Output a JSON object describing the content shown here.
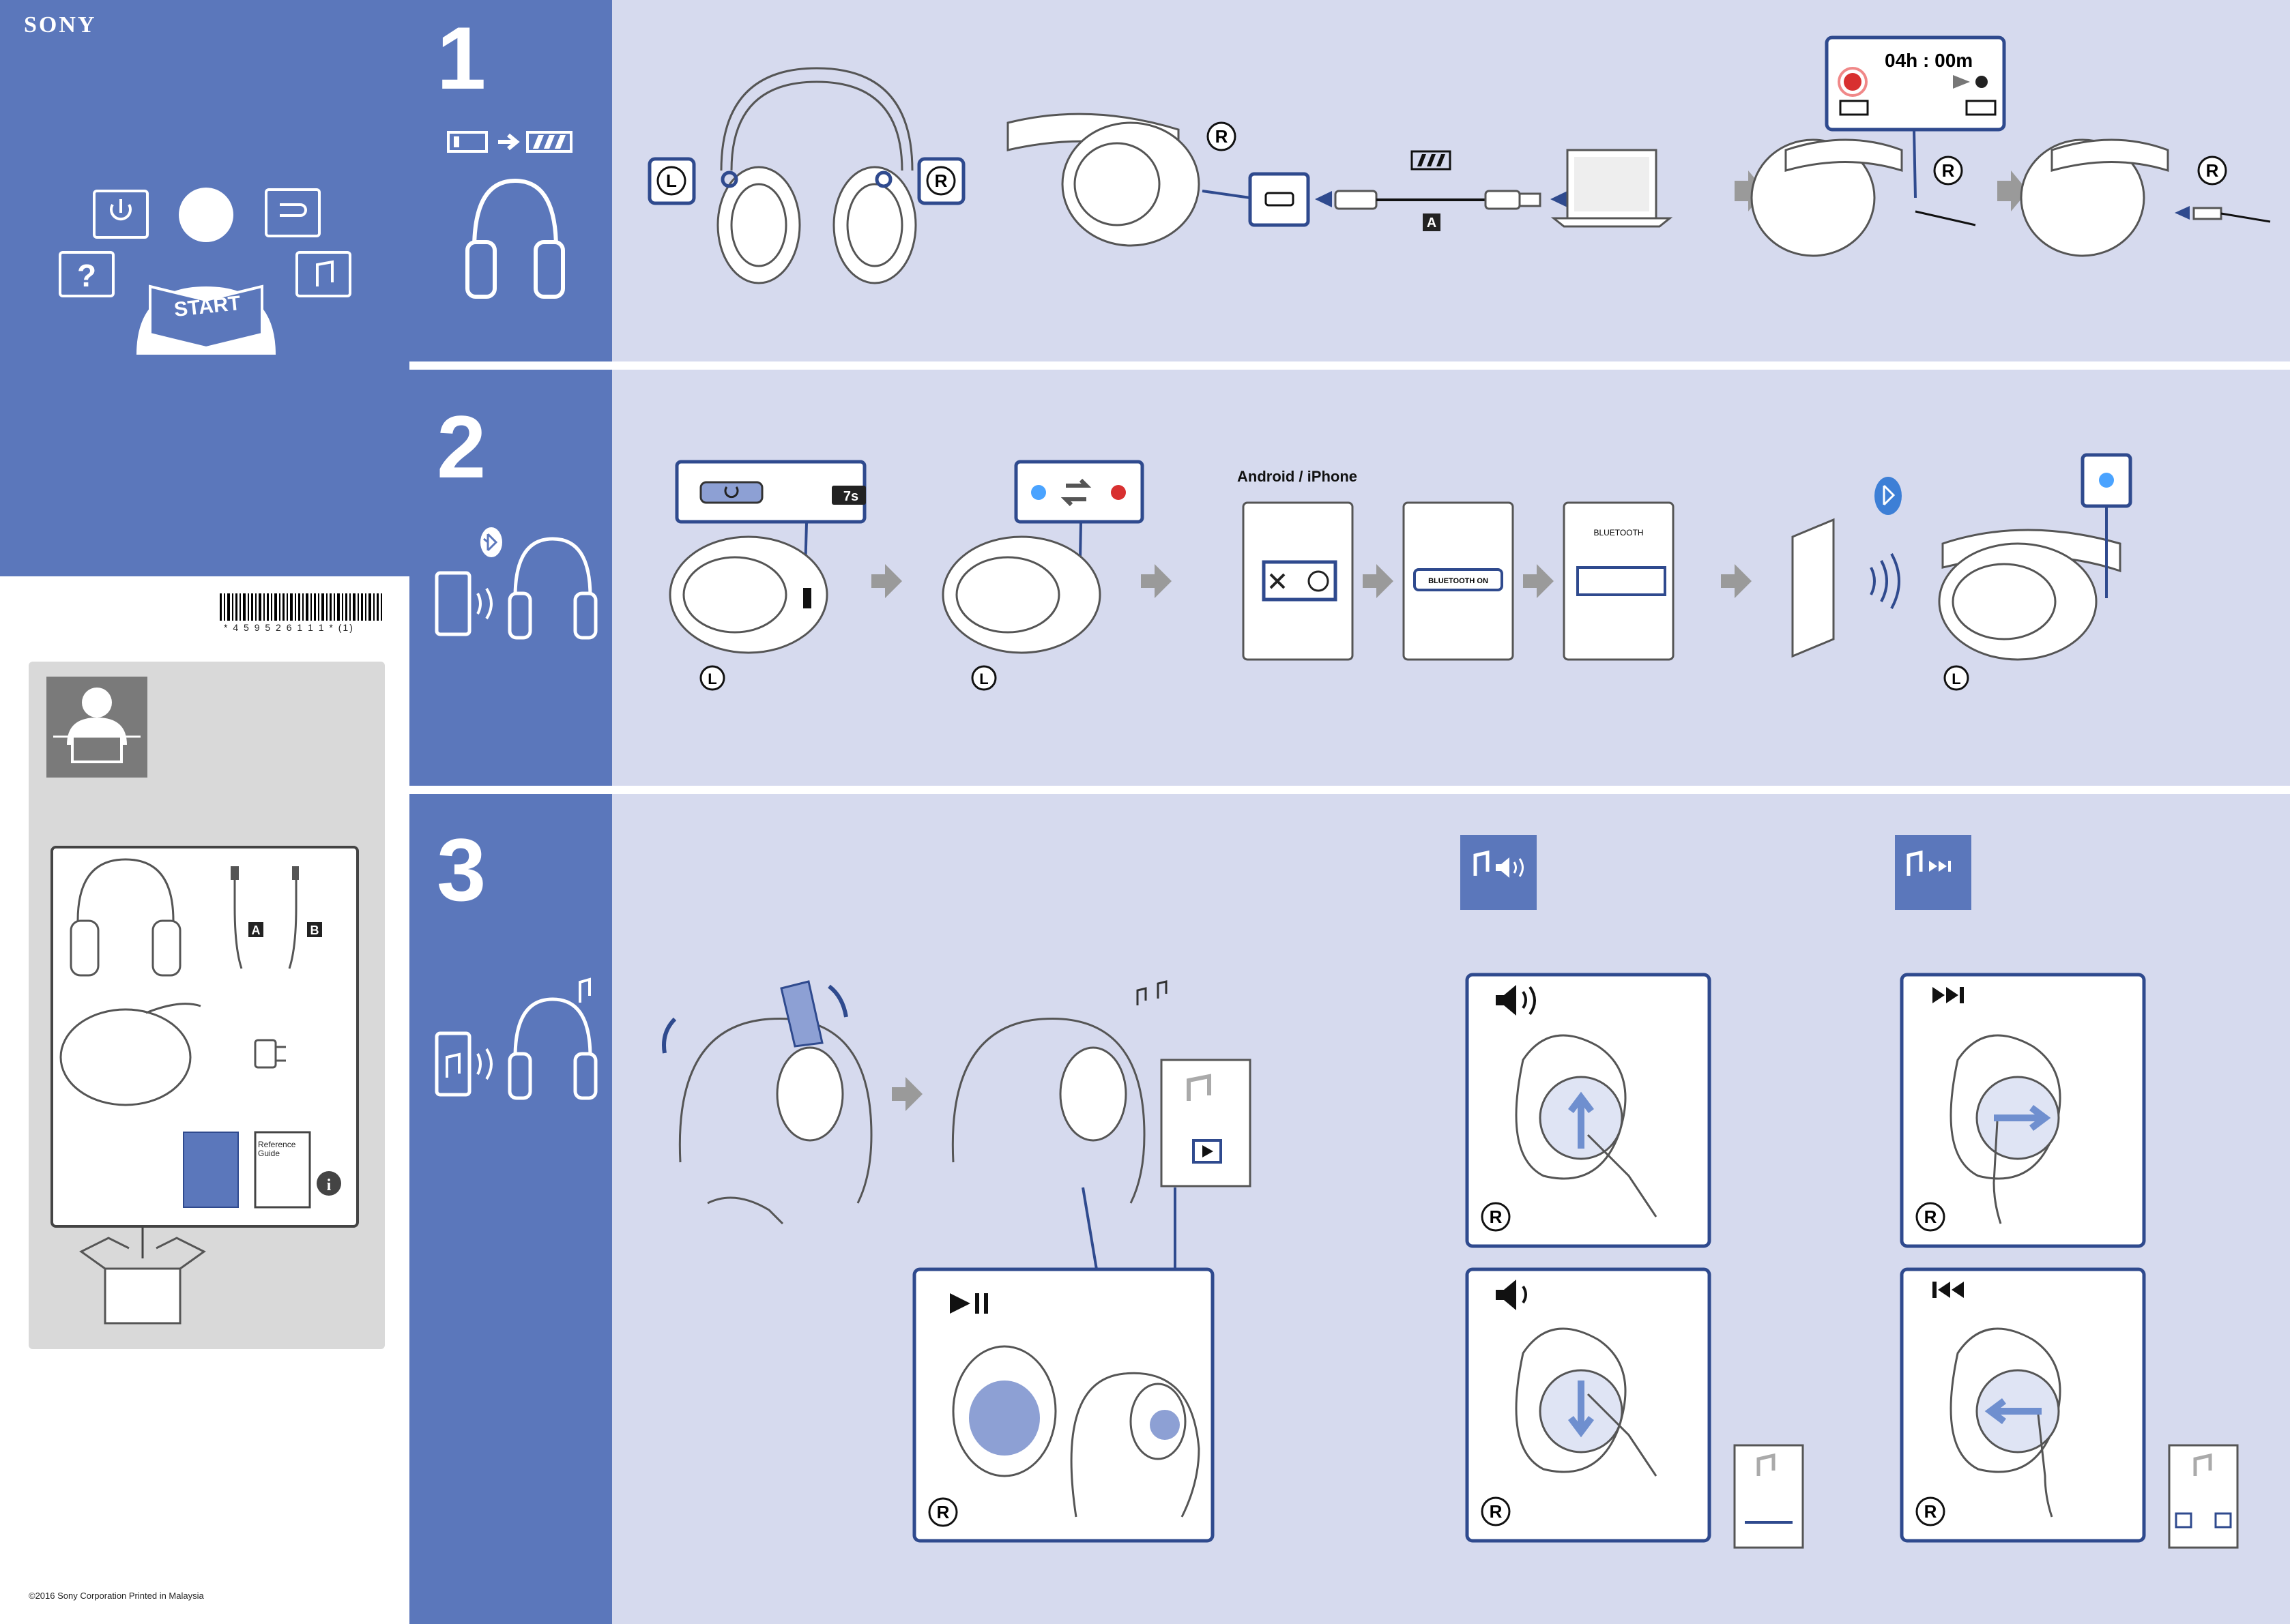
{
  "brand": "SONY",
  "start_label": "START",
  "barcode_number": "* 4 5 9 5 2 6 1 1 1 * (1)",
  "steps": [
    {
      "number": "1"
    },
    {
      "number": "2"
    },
    {
      "number": "3"
    }
  ],
  "step1": {
    "left_label": "L",
    "right_label": "R",
    "cable_tag": "A",
    "timer_text": "04h : 00m"
  },
  "step2": {
    "platform_label": "Android / iPhone",
    "hold_time": "7s",
    "bluetooth_on": "BLUETOOTH ON",
    "bluetooth_title": "BLUETOOTH",
    "left_label": "L"
  },
  "step3": {
    "right_label": "R"
  },
  "contents": {
    "cable_a": "A",
    "cable_b": "B",
    "reference_guide": "Reference Guide"
  },
  "copyright": "©2016 Sony Corporation Printed in Malaysia",
  "colors": {
    "panel_blue": "#5b77bb",
    "panel_lavender": "#d6daee",
    "outline_blue": "#2f4a8e"
  }
}
